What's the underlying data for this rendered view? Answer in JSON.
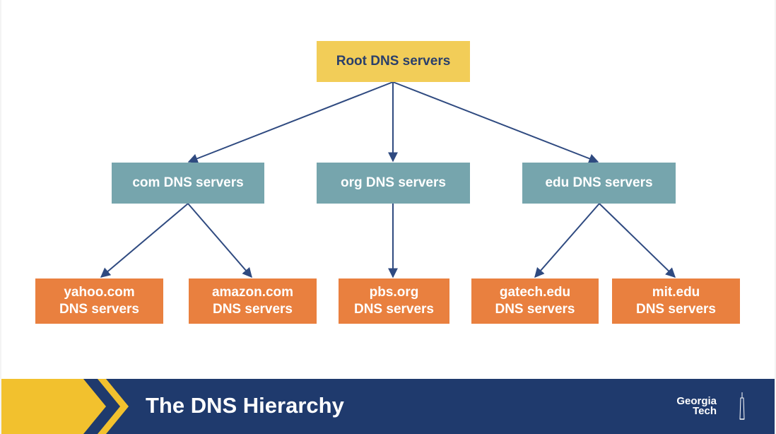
{
  "diagram": {
    "root": {
      "lines": [
        "Root DNS servers"
      ]
    },
    "tld": [
      {
        "lines": [
          "com DNS servers"
        ]
      },
      {
        "lines": [
          "org DNS servers"
        ]
      },
      {
        "lines": [
          "edu DNS servers"
        ]
      }
    ],
    "authoritative": [
      {
        "lines": [
          "yahoo.com",
          "DNS servers"
        ]
      },
      {
        "lines": [
          "amazon.com",
          "DNS servers"
        ]
      },
      {
        "lines": [
          "pbs.org",
          "DNS servers"
        ]
      },
      {
        "lines": [
          "gatech.edu",
          "DNS servers"
        ]
      },
      {
        "lines": [
          "mit.edu",
          "DNS servers"
        ]
      }
    ],
    "colors": {
      "root": "#f2cd58",
      "tld": "#76a5ad",
      "authoritative": "#e9803f",
      "arrow": "#2f4a80"
    }
  },
  "footer": {
    "title": "The DNS Hierarchy",
    "logo_line1": "Georgia",
    "logo_line2": "Tech",
    "colors": {
      "band": "#1f3a6d",
      "accent": "#f2c12e"
    }
  }
}
